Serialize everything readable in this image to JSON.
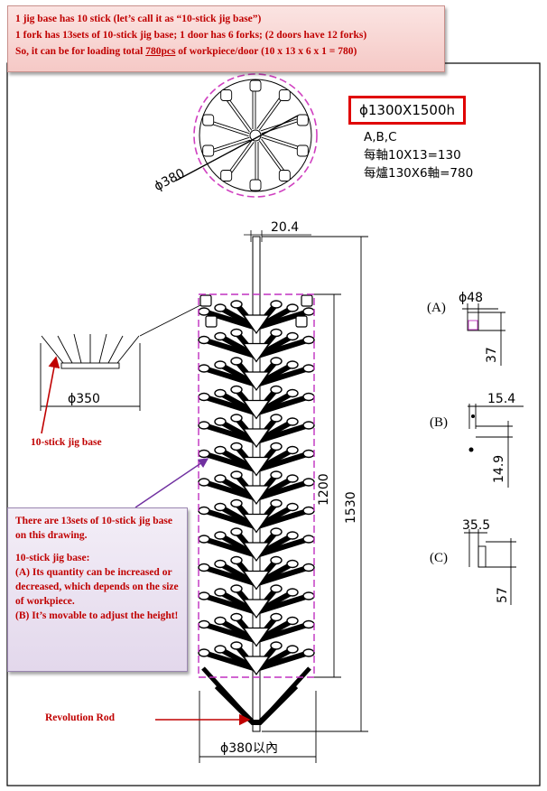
{
  "top_note": {
    "line1": "1 jig base has 10 stick (let’s call it as “10-stick jig base”)",
    "line2": "1 fork has 13sets of 10-stick jig base; 1 door has 6 forks; (2 doors have 12 forks)",
    "line3_pre": "So, it can be for loading total ",
    "line3_u": "780pcs",
    "line3_post": " of workpiece/door (10 x 13 x 6 x 1 = 780)"
  },
  "spec": {
    "size": "ϕ1300X1500h",
    "models": "A,B,C",
    "per_axis": "每軸10X13=130",
    "per_furnace": "每爐130X6軸=780"
  },
  "dims": {
    "top_dia": "ϕ380",
    "rod_width": "20.4",
    "jig_dia": "ϕ350",
    "h1200": "1200",
    "h1530": "1530",
    "bottom_dia": "ϕ380以內",
    "a_dia": "ϕ48",
    "a_h": "37",
    "b_w": "15.4",
    "b_h": "14.9",
    "c_w": "35.5",
    "c_h": "57"
  },
  "options": {
    "a": "(A)",
    "b": "(B)",
    "c": "(C)"
  },
  "labels": {
    "jig_base": "10-stick jig base",
    "revolution_rod": "Revolution Rod"
  },
  "info_box": {
    "p1": "There are 13sets of 10-stick jig base on this drawing.",
    "p2_title": "10-stick jig base:",
    "p2_a": "(A) Its quantity can be increased or decreased, which depends on the size of workpiece.",
    "p2_b": "(B) It’s movable to adjust the height!"
  }
}
